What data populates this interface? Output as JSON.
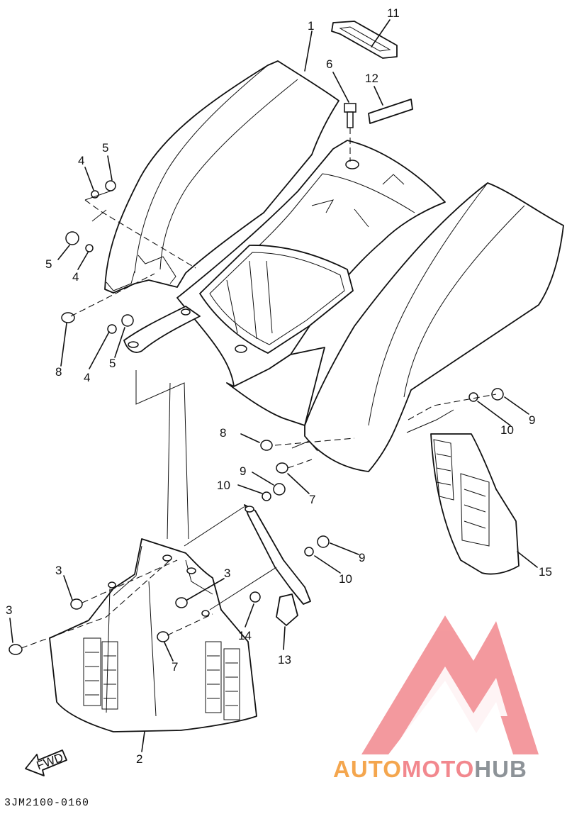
{
  "callouts": [
    {
      "id": "c1",
      "text": "1"
    },
    {
      "id": "c11",
      "text": "11"
    },
    {
      "id": "c6",
      "text": "6"
    },
    {
      "id": "c12",
      "text": "12"
    },
    {
      "id": "c5a",
      "text": "5"
    },
    {
      "id": "c4a",
      "text": "4"
    },
    {
      "id": "c5b",
      "text": "5"
    },
    {
      "id": "c4b",
      "text": "4"
    },
    {
      "id": "c8a",
      "text": "8"
    },
    {
      "id": "c4c",
      "text": "4"
    },
    {
      "id": "c5c",
      "text": "5"
    },
    {
      "id": "c9a",
      "text": "9"
    },
    {
      "id": "c10a",
      "text": "10"
    },
    {
      "id": "c8b",
      "text": "8"
    },
    {
      "id": "c9b",
      "text": "9"
    },
    {
      "id": "c10b",
      "text": "10"
    },
    {
      "id": "c7a",
      "text": "7"
    },
    {
      "id": "c9c",
      "text": "9"
    },
    {
      "id": "c10c",
      "text": "10"
    },
    {
      "id": "c3a",
      "text": "3"
    },
    {
      "id": "c3b",
      "text": "3"
    },
    {
      "id": "c3c",
      "text": "3"
    },
    {
      "id": "c14",
      "text": "14"
    },
    {
      "id": "c13",
      "text": "13"
    },
    {
      "id": "c15",
      "text": "15"
    },
    {
      "id": "c7b",
      "text": "7"
    },
    {
      "id": "c2",
      "text": "2"
    }
  ],
  "fwd_label": "FWD",
  "diagram_code": "3JM2100-0160",
  "watermark": {
    "part1": "AUTO",
    "part2": "MOTO",
    "part3": "HUB"
  },
  "colors": {
    "accent_orange": "#f4a64e",
    "accent_pink": "#f2888e",
    "accent_grey": "#8d9398"
  }
}
